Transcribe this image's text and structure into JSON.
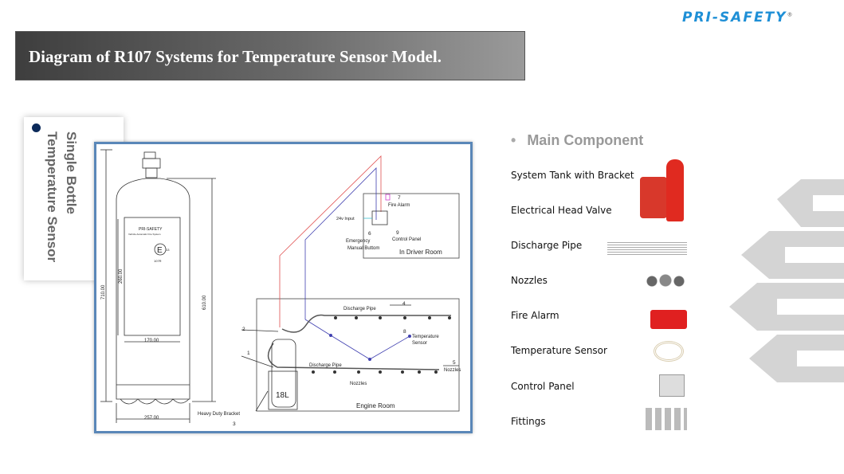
{
  "brand": {
    "logo": "PRI-SAFETY",
    "registered": "®",
    "color": "#1e8fd6"
  },
  "banner": {
    "title": "Diagram of  R107 Systems for Temperature Sensor Model."
  },
  "side_card": {
    "line1": "Single Bottle",
    "line2": "Temperature Sensor"
  },
  "diagram": {
    "tank_brand": "PRI-SAFETY",
    "tank_subtitle": "Vehicle Automatic Fire System",
    "ece_mark": "E",
    "ece_num": "13",
    "reg": "107R",
    "dims": {
      "height": "710.00",
      "body": "610.00",
      "label_h": "260.00",
      "label_w": "170.00",
      "width": "257.00"
    },
    "labels": {
      "fire_alarm": "Fire Alarm",
      "input": "24v Input",
      "emergency1": "Emergency",
      "emergency2": "Manual Buttom",
      "control_panel": "Control Panel",
      "driver_room": "In Driver Room",
      "discharge_pipe": "Discharge Pipe",
      "temp1": "Temperature",
      "temp2": "Sensor",
      "nozzles": "Nozzles",
      "nozzles_mid": "Nozzles",
      "tank": "18L",
      "bracket": "Heavy Duty Bracket",
      "engine_room": "Engine Room"
    },
    "numbers": [
      "1",
      "2",
      "3",
      "4",
      "5",
      "6",
      "7",
      "8",
      "9"
    ]
  },
  "components": {
    "heading": "Main Component",
    "bullet": "•",
    "items": [
      {
        "label": "System Tank with Bracket"
      },
      {
        "label": "Electrical Head Valve"
      },
      {
        "label": "Discharge Pipe"
      },
      {
        "label": "Nozzles"
      },
      {
        "label": "Fire Alarm"
      },
      {
        "label": "Temperature Sensor"
      },
      {
        "label": "Control Panel"
      },
      {
        "label": "Fittings"
      }
    ]
  }
}
